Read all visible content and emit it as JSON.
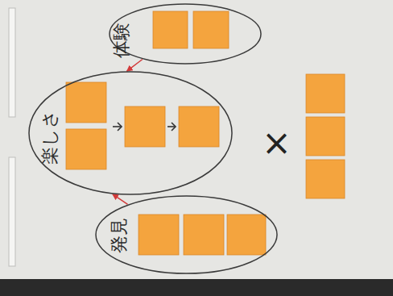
{
  "diagram": {
    "nodes": [
      {
        "text": [
          "体験"
        ]
      },
      {
        "text": [
          "楽しさ"
        ]
      },
      {
        "text": [
          "発見"
        ]
      }
    ],
    "edges": [
      {
        "from": 0,
        "to": 1,
        "arrow": "to"
      },
      {
        "from": 2,
        "to": 1,
        "arrow": "to"
      }
    ],
    "labels": [
      "×"
    ]
  }
}
